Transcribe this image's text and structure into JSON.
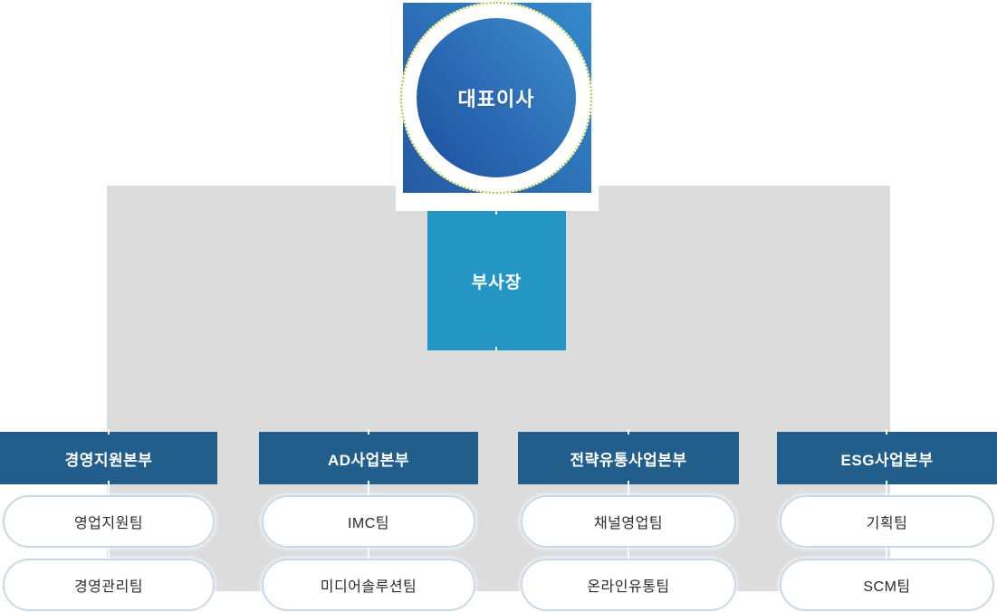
{
  "org": {
    "ceo": {
      "label": "대표이사"
    },
    "vp": {
      "label": "부사장"
    },
    "divisions": [
      {
        "name": "경영지원본부",
        "teams": [
          "영업지원팀",
          "경영관리팀"
        ]
      },
      {
        "name": "AD사업본부",
        "teams": [
          "IMC팀",
          "미디어솔루션팀"
        ]
      },
      {
        "name": "전략유통사업본부",
        "teams": [
          "채널영업팀",
          "온라인유통팀"
        ]
      },
      {
        "name": "ESG사업본부",
        "teams": [
          "기획팀",
          "SCM팀"
        ]
      }
    ]
  },
  "colors": {
    "page-bg": "#ffffff",
    "panel-gray": "#dcdcdc",
    "header-bg": "#215e8c",
    "header-text": "#ffffff",
    "vp-bg": "#2496c3",
    "pill-bg": "#ffffff",
    "pill-border": "#c7d8e9",
    "pill-text": "#2b2b2b",
    "ceo-square-1": "#2659a4",
    "ceo-square-2": "#3489cd",
    "ceo-circle-1": "#1d4f9e",
    "ceo-circle-2": "#3d8ccd",
    "ring-dashed": "#a2c83e",
    "connector": "rgba(255,255,255,0.85)"
  }
}
